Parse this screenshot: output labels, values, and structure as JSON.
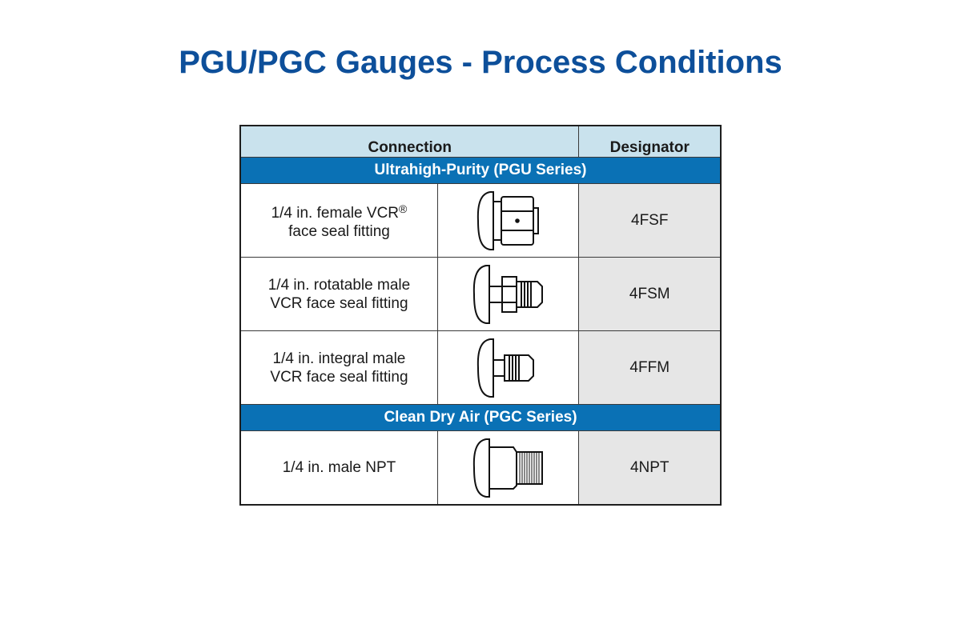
{
  "title": "PGU/PGC Gauges - Process Conditions",
  "table": {
    "headers": {
      "connection": "Connection",
      "designator": "Designator"
    },
    "sections": [
      {
        "label": "Ultrahigh-Purity (PGU Series)",
        "rows": [
          {
            "line1": "1/4 in. female VCR",
            "line1_sup": "®",
            "line2": "face seal fitting",
            "icon": "female-vcr-fitting-icon",
            "designator": "4FSF"
          },
          {
            "line1": "1/4 in. rotatable male",
            "line1_sup": "",
            "line2": "VCR face seal fitting",
            "icon": "rotatable-male-vcr-fitting-icon",
            "designator": "4FSM"
          },
          {
            "line1": "1/4 in. integral male",
            "line1_sup": "",
            "line2": "VCR face seal fitting",
            "icon": "integral-male-vcr-fitting-icon",
            "designator": "4FFM"
          }
        ]
      },
      {
        "label": "Clean Dry Air (PGC Series)",
        "rows": [
          {
            "line1": "1/4 in. male NPT",
            "line1_sup": "",
            "line2": "",
            "icon": "male-npt-fitting-icon",
            "designator": "4NPT"
          }
        ]
      }
    ]
  },
  "colors": {
    "title": "#0d4f9a",
    "header_bg": "#c9e2ed",
    "section_bg": "#0a71b5",
    "designator_bg": "#e6e6e6"
  }
}
